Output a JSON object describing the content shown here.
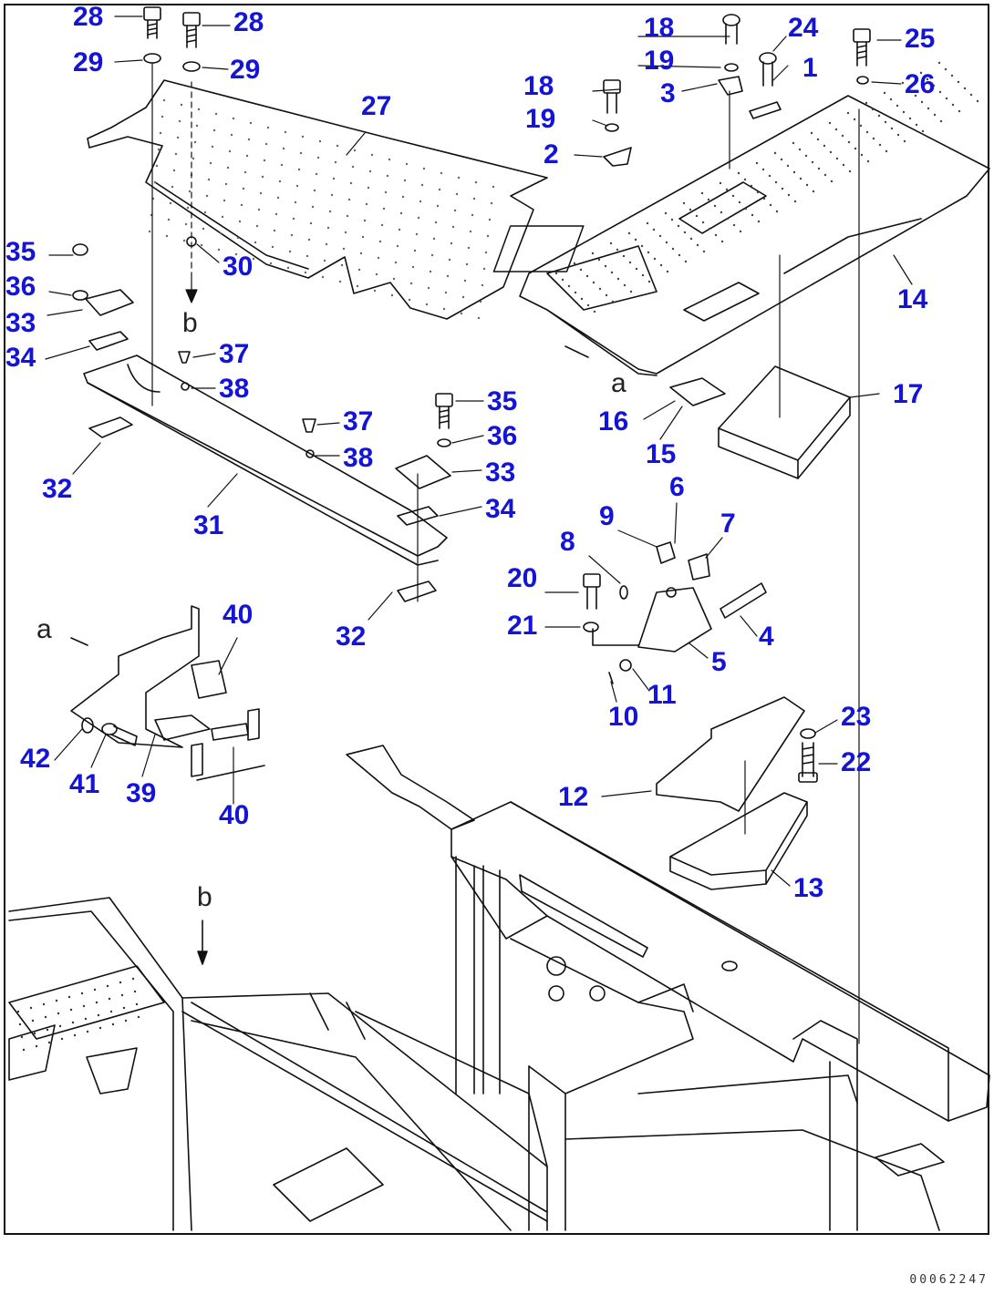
{
  "drawing": {
    "document_id": "00062247",
    "part_labels": [
      "1",
      "2",
      "3",
      "4",
      "5",
      "6",
      "7",
      "8",
      "9",
      "10",
      "11",
      "12",
      "13",
      "14",
      "15",
      "16",
      "17",
      "18",
      "18",
      "19",
      "19",
      "20",
      "21",
      "22",
      "23",
      "24",
      "25",
      "26",
      "27",
      "28",
      "28",
      "29",
      "29",
      "30",
      "31",
      "32",
      "32",
      "33",
      "33",
      "34",
      "34",
      "35",
      "35",
      "36",
      "36",
      "37",
      "37",
      "38",
      "38",
      "39",
      "40",
      "40",
      "41",
      "42"
    ],
    "reference_marks": [
      "a",
      "a",
      "b",
      "b"
    ]
  }
}
